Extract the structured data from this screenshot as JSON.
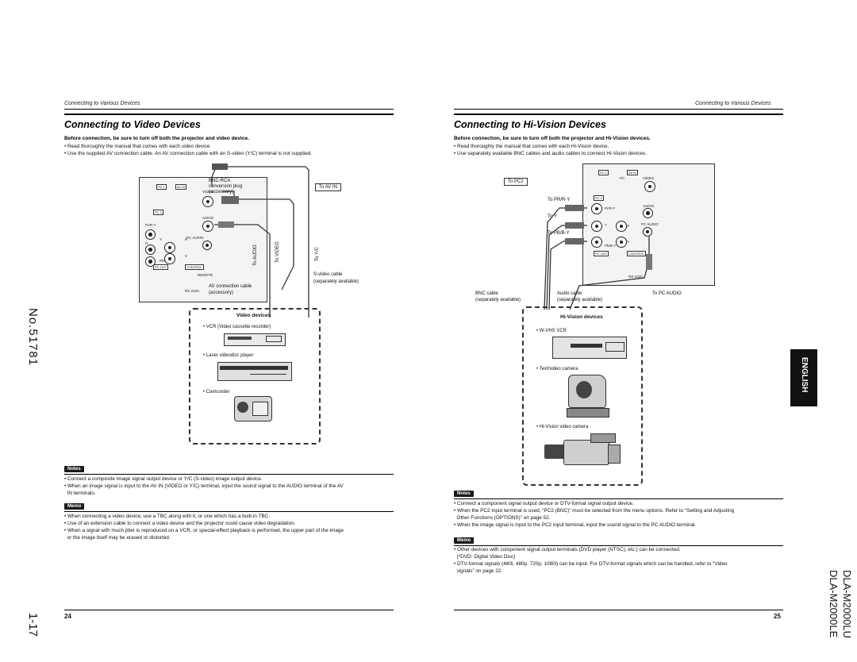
{
  "side": {
    "doc_number": "No.51781",
    "page_id": "1-17",
    "models": [
      "DLA-M2000LU",
      "DLA-M2000LE"
    ],
    "language_tab": "ENGLISH"
  },
  "left": {
    "header": "Connecting to Various Devices",
    "title": "Connecting to Video Devices",
    "lead": "Before connection, be sure to turn off both the projector and video device.",
    "bullets": [
      "• Read thoroughly the manual that comes with each video device.",
      "• Use the supplied AV connection cable. An AV connection cable with an S-video (Y/C) terminal is not supplied."
    ],
    "diagram": {
      "panel_labels": [
        "PC 1",
        "AV IN",
        "VIDEO",
        "AUDIO",
        "PC 2",
        "PC AUDIO",
        "PC OUT",
        "CONTROL",
        "REMOTE",
        "RS-232C"
      ],
      "jack_letters": [
        "Pr/R-Y",
        "Y",
        "R",
        "V",
        "Pb/B-Y",
        "H"
      ],
      "bnc_rca": "BNC-RCA",
      "conversion_plug": "conversion plug",
      "accessory1": "(accessory)",
      "to_av_in": "To AV IN",
      "to_audio": "To AUDIO",
      "to_video": "To VIDEO",
      "to_yc": "To Y/C",
      "svideo_cable": "S-video cable",
      "svideo_sep": "(separately available)",
      "av_cable": "AV connection cable",
      "accessory2": "(accessory)"
    },
    "devices": {
      "title": "Video devices",
      "items": [
        "• VCR (Video cassette recorder)",
        "• Laser videodisc player",
        "• Camcorder"
      ]
    },
    "notes_tag": "Notes",
    "notes": [
      "• Connect a composite image signal output device or Y/C (S-video) image output device.",
      "• When an image signal is input to the AV IN (VIDEO or Y/C) terminal, input the sound signal to the AUDIO terminal of the AV",
      "  IN terminals."
    ],
    "memo_tag": "Memo",
    "memo": [
      "• When connecting a video device, use a TBC along with it, or one which has a built-in TBC.",
      "• Use of an extension cable to connect a video device and the projector could cause video degradation.",
      "• When a signal with much jitter is reproduced on a VCR, or special-effect playback is performed, the upper part of the image",
      "  or the image itself may be erased or distorted."
    ],
    "page_number": "24"
  },
  "right": {
    "header": "Connecting to Various Devices",
    "title": "Connecting to Hi-Vision Devices",
    "lead": "Before connection, be sure to turn off both the projector and Hi-Vision devices.",
    "bullets": [
      "• Read  thoroughly the manual that comes with each Hi-Vision device.",
      "• Use separately available BNC cables and audio cables to connect Hi-Vision devices."
    ],
    "diagram": {
      "panel_labels": [
        "PC 1",
        "AV IN",
        "Y/C",
        "VIDEO",
        "PC 2",
        "AUDIO",
        "PC AUDIO",
        "PC OUT",
        "CONTROL",
        "RS-232C"
      ],
      "jack_letters": [
        "Pr/R-Y",
        "Y",
        "H",
        "V",
        "Pb/B-Y"
      ],
      "to_pc2": "To PC2",
      "to_pr": "To PR/R-Y",
      "to_y": "To Y",
      "to_pb": "To PB/B-Y",
      "bnc_cable": "BNC cable",
      "bnc_sep": "(separately available)",
      "audio_cable": "Audio cable",
      "audio_sep": "(separately available)",
      "to_pc_audio": "To PC AUDIO"
    },
    "devices": {
      "title": "Hi-Vision devices",
      "items": [
        "• W-VHS VCR",
        "• Text/video camera",
        "• Hi-Vision video camera"
      ]
    },
    "notes_tag": "Notes",
    "notes": [
      "• Connect a component signal output device or DTV-format signal output device.",
      "• When the PC2 input terminal is used, “PC2 (BNC)” must be selected from the menu options. Refer to “Setting and Adjusting",
      "  Other Functions (OPTIONS)” on page 52.",
      "• When the image signal is input to the PC2 input terminal, input the sound signal to the PC AUDIO terminal."
    ],
    "memo_tag": "Memo",
    "memo": [
      "• Other devices with component signal output terminals (DVD player (NTSC), etc.) can be connected.",
      "  (*DVD: Digital Video Disc)",
      "• DTV-format signals (480i, 480p, 720p, 1080i) can be input. For DTV-format signals which can be handled, refer to “Video",
      "  signals” on page 22."
    ],
    "page_number": "25"
  }
}
